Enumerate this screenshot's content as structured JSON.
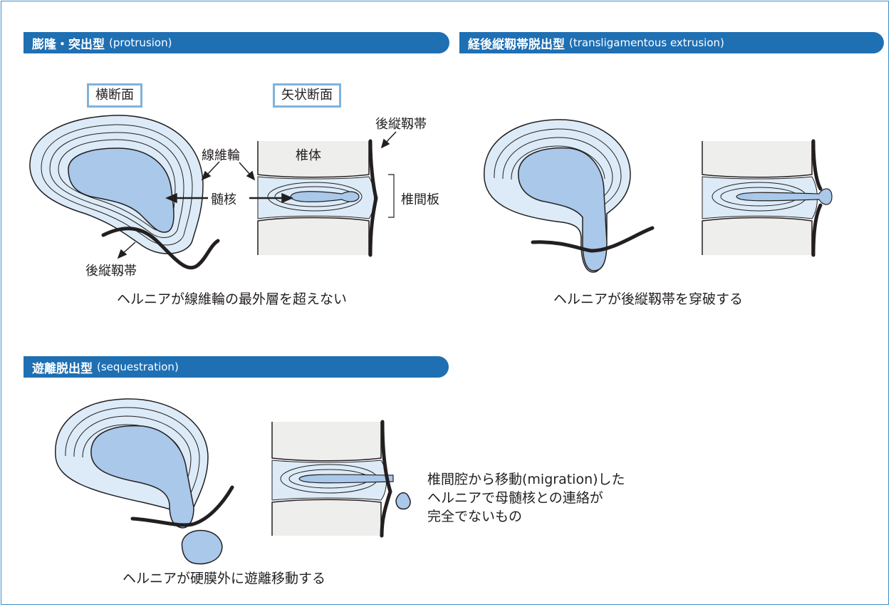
{
  "sections": {
    "protrusion": {
      "title_jp": "膨隆・突出型",
      "title_en": "(protrusion)",
      "caption": "ヘルニアが線維輪の最外層を超えない"
    },
    "extrusion": {
      "title_jp": "経後縦靱帯脱出型",
      "title_en": "(transligamentous extrusion)",
      "caption": "ヘルニアが後縦靱帯を穿破する"
    },
    "sequestration": {
      "title_jp": "遊離脱出型",
      "title_en": "(sequestration)",
      "caption": "ヘルニアが硬膜外に遊離移動する",
      "note": [
        "椎間腔から移動(migration)した",
        "ヘルニアで母髄核との連絡が",
        "完全でないもの"
      ]
    }
  },
  "labels": {
    "axial": "横断面",
    "sagittal": "矢状断面",
    "annulus": "線維輪",
    "nucleus": "髄核",
    "vertebral_body": "椎体",
    "disc": "椎間板",
    "pll_top": "後縦靱帯",
    "pll_bottom": "後縦靱帯"
  },
  "colors": {
    "header_bg": "#1f6fb3",
    "nucleus": "#a9c8ea",
    "disc": "#dcebf7",
    "bone": "#eeeeec",
    "label_border": "#7fb2dd"
  }
}
